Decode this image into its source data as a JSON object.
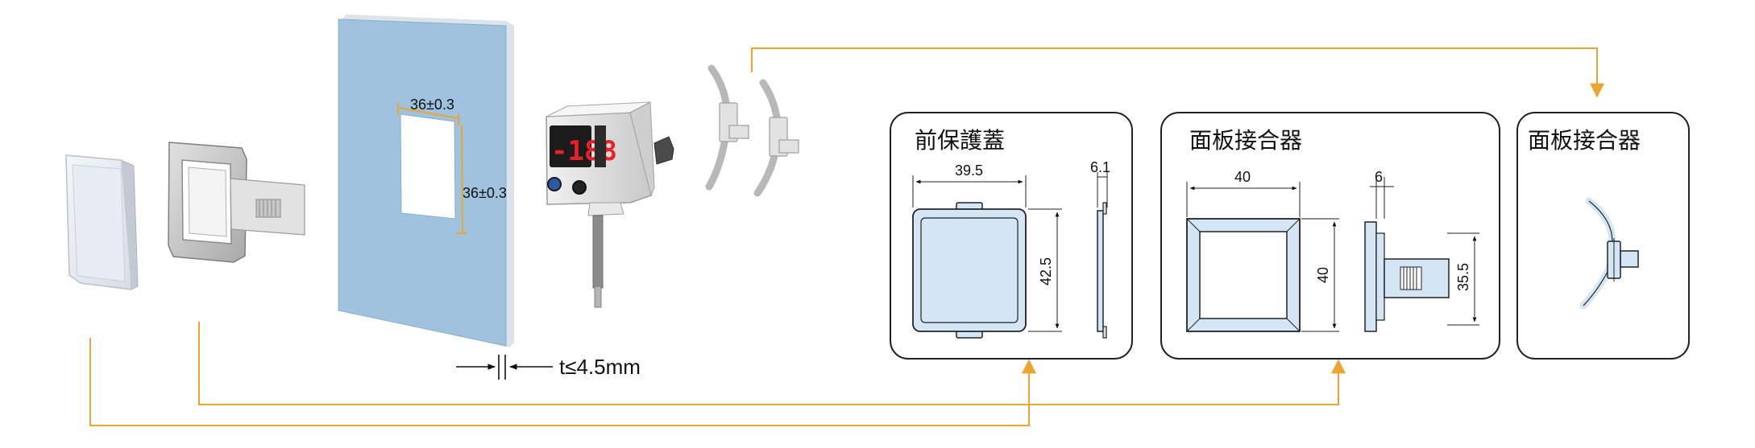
{
  "colors": {
    "arrow": "#E9A631",
    "panel": "#9FC2DE",
    "panel_edge": "#DDE3EA",
    "box_stroke": "#222222",
    "cover_fill": "#D4E6F5",
    "led": "#E8202A",
    "display_bg": "#1B1B1B",
    "button_blue": "#2B5BA8"
  },
  "panel": {
    "cutout_width": "36±0.3",
    "cutout_height": "36±0.3"
  },
  "thickness_label": "t≤4.5mm",
  "display_value": "-188",
  "boxes": {
    "front_cover": {
      "title": "前保護蓋",
      "width_dim": "39.5",
      "height_dim": "42.5",
      "depth_dim": "6.1"
    },
    "panel_adapter": {
      "title": "面板接合器",
      "width_dim": "40",
      "height_dim": "40",
      "depth_dim": "6",
      "tab_dim": "35.5"
    },
    "panel_adapter_clip": {
      "title": "面板接合器"
    }
  },
  "icons": [
    "front-cover-part",
    "panel-adapter-part",
    "mounting-panel",
    "pressure-sensor",
    "mounting-clip"
  ]
}
